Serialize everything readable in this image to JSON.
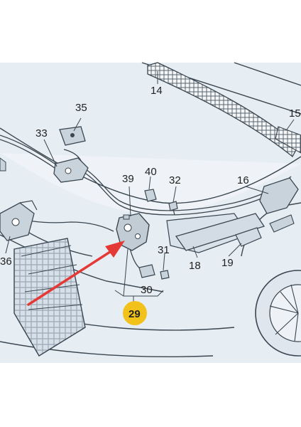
{
  "labels": {
    "p14": "14",
    "p15": "15",
    "p35": "35",
    "p33": "33",
    "p40": "40",
    "p39": "39",
    "p32": "32",
    "p16": "16",
    "p36": "36",
    "p31": "31",
    "p18": "18",
    "p19": "19",
    "p30": "30",
    "p29": "29"
  },
  "colors": {
    "background": "#ffffff",
    "diagram_bg": "#e6edf3",
    "line": "#3a4650",
    "arrow": "#e53935",
    "highlight": "#f2c21b"
  }
}
